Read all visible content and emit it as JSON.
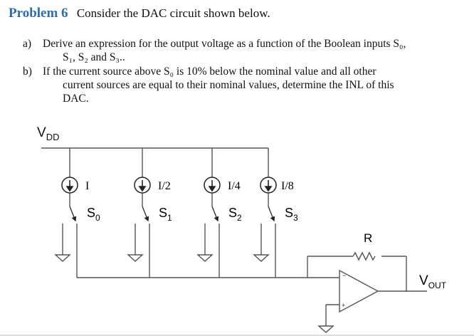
{
  "header": {
    "problem_label": "Problem 6",
    "intro": "Consider the DAC circuit shown below."
  },
  "questions": [
    {
      "label": "a)",
      "lines": [
        "Derive an expression for the output voltage as a function of the Boolean inputs S₀,",
        "S₁, S₂ and S₃.."
      ]
    },
    {
      "label": "b)",
      "lines": [
        "If the current source above S₀ is 10% below the nominal value and all other",
        "current sources are equal to their nominal values, determine the INL of this",
        "DAC."
      ]
    }
  ],
  "circuit": {
    "supply": {
      "main": "V",
      "sub": "DD"
    },
    "sources": [
      {
        "current": "I",
        "switch": "S",
        "switch_sub": "0"
      },
      {
        "current": "I/2",
        "switch": "S",
        "switch_sub": "1"
      },
      {
        "current": "I/4",
        "switch": "S",
        "switch_sub": "2"
      },
      {
        "current": "I/8",
        "switch": "S",
        "switch_sub": "3"
      }
    ],
    "resistor": "R",
    "output": {
      "main": "V",
      "sub": "OUT"
    },
    "opamp": {
      "inverting": "−",
      "noninverting": "+"
    }
  },
  "colors": {
    "title_accent": "#2e6da8",
    "wire": "#555555"
  }
}
